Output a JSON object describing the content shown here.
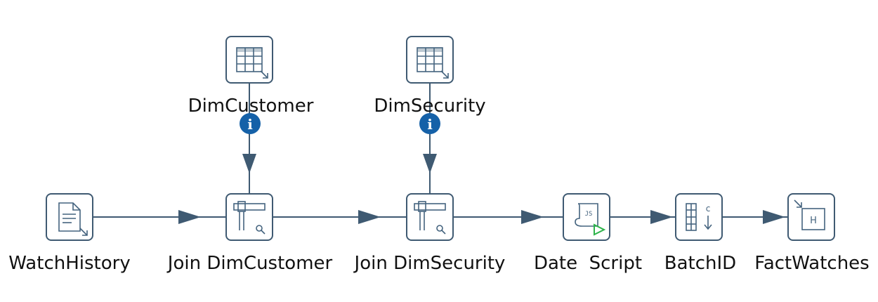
{
  "colors": {
    "hop": "#3f5a72",
    "info_badge": "#1561a8",
    "script_play": "#2db34a"
  },
  "nodes": [
    {
      "id": "dimcustomer",
      "label": "DimCustomer",
      "icon": "table-input-icon"
    },
    {
      "id": "dimsecurity",
      "label": "DimSecurity",
      "icon": "table-input-icon"
    },
    {
      "id": "watchhistory",
      "label": "WatchHistory",
      "icon": "text-file-input-icon"
    },
    {
      "id": "join_dimcustomer",
      "label": "Join DimCustomer",
      "icon": "database-lookup-icon"
    },
    {
      "id": "join_dimsecurity",
      "label": "Join DimSecurity",
      "icon": "database-lookup-icon"
    },
    {
      "id": "date_script",
      "label": "Date  Script",
      "icon": "javascript-icon"
    },
    {
      "id": "batchid",
      "label": "BatchID",
      "icon": "add-constants-icon"
    },
    {
      "id": "factwatches",
      "label": "FactWatches",
      "icon": "table-output-icon"
    }
  ],
  "badges": {
    "info": "i"
  },
  "icon_text": {
    "script": "JS",
    "constant": "c",
    "output": "H"
  }
}
